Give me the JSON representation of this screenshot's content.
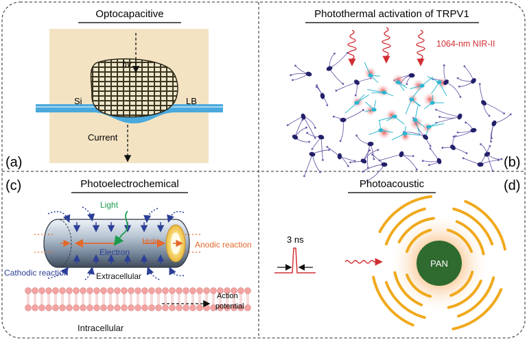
{
  "panels": {
    "a": {
      "title": "Optocapacitive",
      "letter": "(a)",
      "hv": "hν",
      "si": "Si",
      "lb": "LB",
      "current": "Current"
    },
    "b": {
      "title": "Photothermal activation of TRPV1",
      "letter": "(b)",
      "laser": "1064-nm NIR-II"
    },
    "c": {
      "title": "Photoelectrochemical",
      "letter": "(c)",
      "light": "Light",
      "hole": "Hole",
      "electron": "Electron",
      "anodic": "Anodic reaction",
      "cathodic": "Cathodic reaction",
      "extracellular": "Extracellular",
      "intracellular": "Intracellular",
      "action1": "Action",
      "action2": "potential"
    },
    "d": {
      "title": "Photoacoustic",
      "letter": "(d)",
      "pulse": "3 ns",
      "pan": "PAN"
    }
  },
  "colors": {
    "border": "#555555",
    "sand": "#f3e3c3",
    "lb_blue": "#4aa9dd",
    "red": "#d12e33",
    "green": "#1a9b4b",
    "orange": "#e3692a",
    "navy": "#2c3f97",
    "gold": "#f0a91c",
    "pan_green": "#2f6a2f",
    "neuron_dark": "#23206a",
    "neuron_cyan": "#2bb7d0",
    "membrane": "#f4a5a3"
  }
}
